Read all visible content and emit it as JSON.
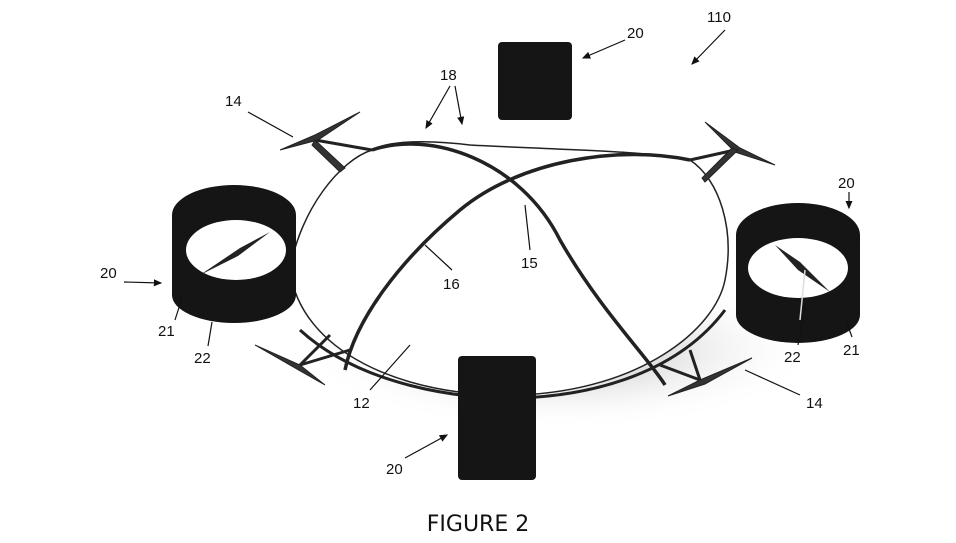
{
  "figure": {
    "caption": "FIGURE 2",
    "labels": {
      "assembly": "110",
      "thruster_top": "20",
      "arcs": "18",
      "rotor_left": "14",
      "thruster_right": "20",
      "thruster_left": "20",
      "duct_left": "21",
      "blade_left": "22",
      "arc_16": "16",
      "arc_15": "15",
      "body": "12",
      "blade_right": "22",
      "duct_right": "21",
      "rotor_right": "14",
      "thruster_bottom": "20"
    },
    "colors": {
      "ink": "#111111",
      "shadow": "#bdbdbd"
    }
  }
}
